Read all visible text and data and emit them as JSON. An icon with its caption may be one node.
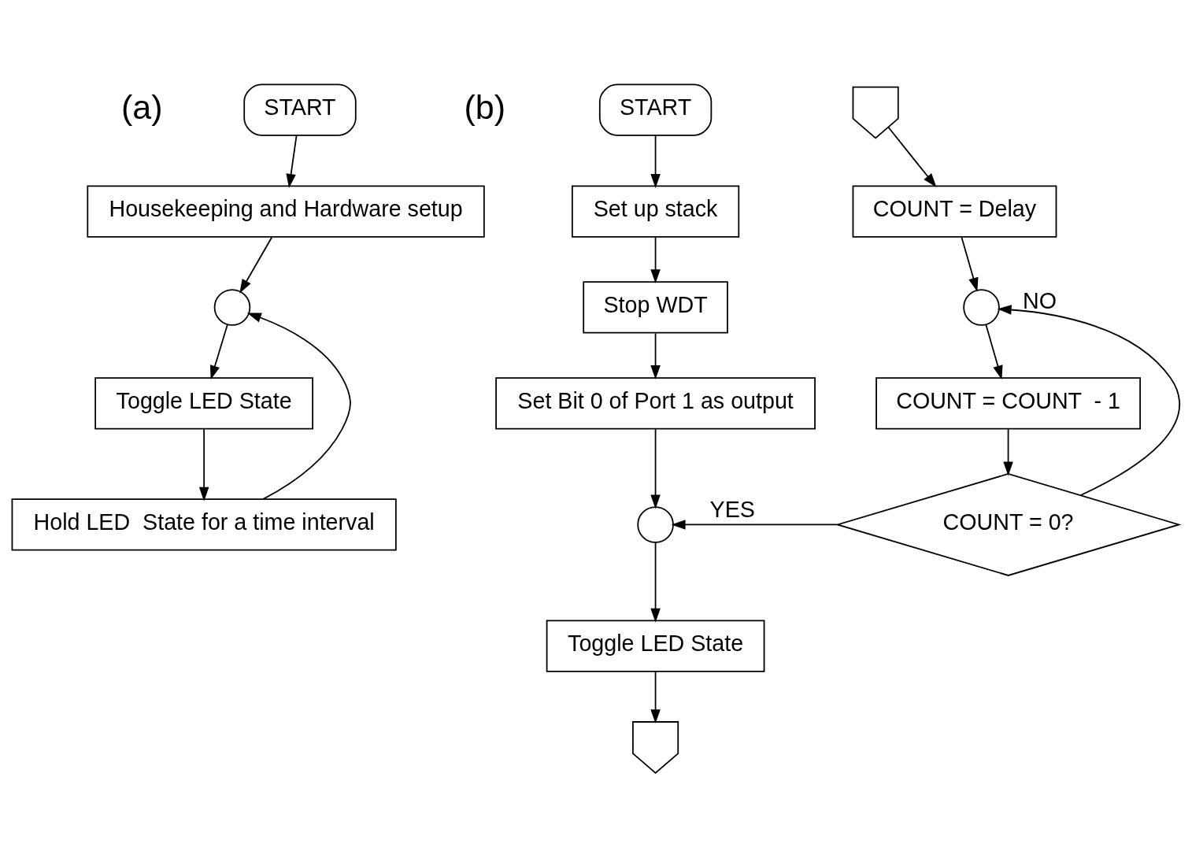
{
  "diagram": {
    "nodes": [
      {
        "text": [
          "START"
        ]
      },
      {
        "text": [
          "Housekeeping and Hardware setup"
        ]
      },
      {
        "text": [],
        "shape": "circle"
      },
      {
        "text": [
          "Toggle LED State"
        ]
      },
      {
        "text": [
          "Hold LED  State for a time interval"
        ]
      },
      {
        "text": [
          "START"
        ]
      },
      {
        "text": [
          "Set up stack"
        ]
      },
      {
        "text": [
          "Stop WDT"
        ]
      },
      {
        "text": [
          "Set Bit 0 of Port 1 as output"
        ]
      },
      {
        "text": [],
        "shape": "circle"
      },
      {
        "text": [
          "Toggle LED State"
        ]
      },
      {
        "text": [],
        "shape": "offpage"
      },
      {
        "text": [],
        "shape": "offpage"
      },
      {
        "text": [
          "COUNT = Delay"
        ]
      },
      {
        "text": [],
        "shape": "circle"
      },
      {
        "text": [
          "COUNT = COUNT  - 1"
        ]
      },
      {
        "text": [
          "COUNT = 0?"
        ]
      }
    ],
    "edges": [
      {
        "from": 0,
        "to": 1,
        "arrow": "to"
      },
      {
        "from": 1,
        "to": 2,
        "arrow": "to"
      },
      {
        "from": 2,
        "to": 3,
        "arrow": "to"
      },
      {
        "from": 3,
        "to": 4,
        "arrow": "to"
      },
      {
        "from": 4,
        "to": 2,
        "arrow": "to"
      },
      {
        "from": 5,
        "to": 6,
        "arrow": "to"
      },
      {
        "from": 6,
        "to": 7,
        "arrow": "to"
      },
      {
        "from": 7,
        "to": 8,
        "arrow": "to"
      },
      {
        "from": 8,
        "to": 9,
        "arrow": "to"
      },
      {
        "from": 9,
        "to": 10,
        "arrow": "to"
      },
      {
        "from": 10,
        "to": 11,
        "arrow": "to"
      },
      {
        "from": 12,
        "to": 13,
        "arrow": "to"
      },
      {
        "from": 13,
        "to": 14,
        "arrow": "to"
      },
      {
        "from": 14,
        "to": 15,
        "arrow": "to"
      },
      {
        "from": 15,
        "to": 16,
        "arrow": "to"
      },
      {
        "from": 16,
        "to": 9,
        "arrow": "to",
        "label": "YES"
      },
      {
        "from": 16,
        "to": 14,
        "arrow": "to",
        "label": "NO"
      }
    ],
    "labels": [
      "(a)",
      "(b)"
    ]
  }
}
